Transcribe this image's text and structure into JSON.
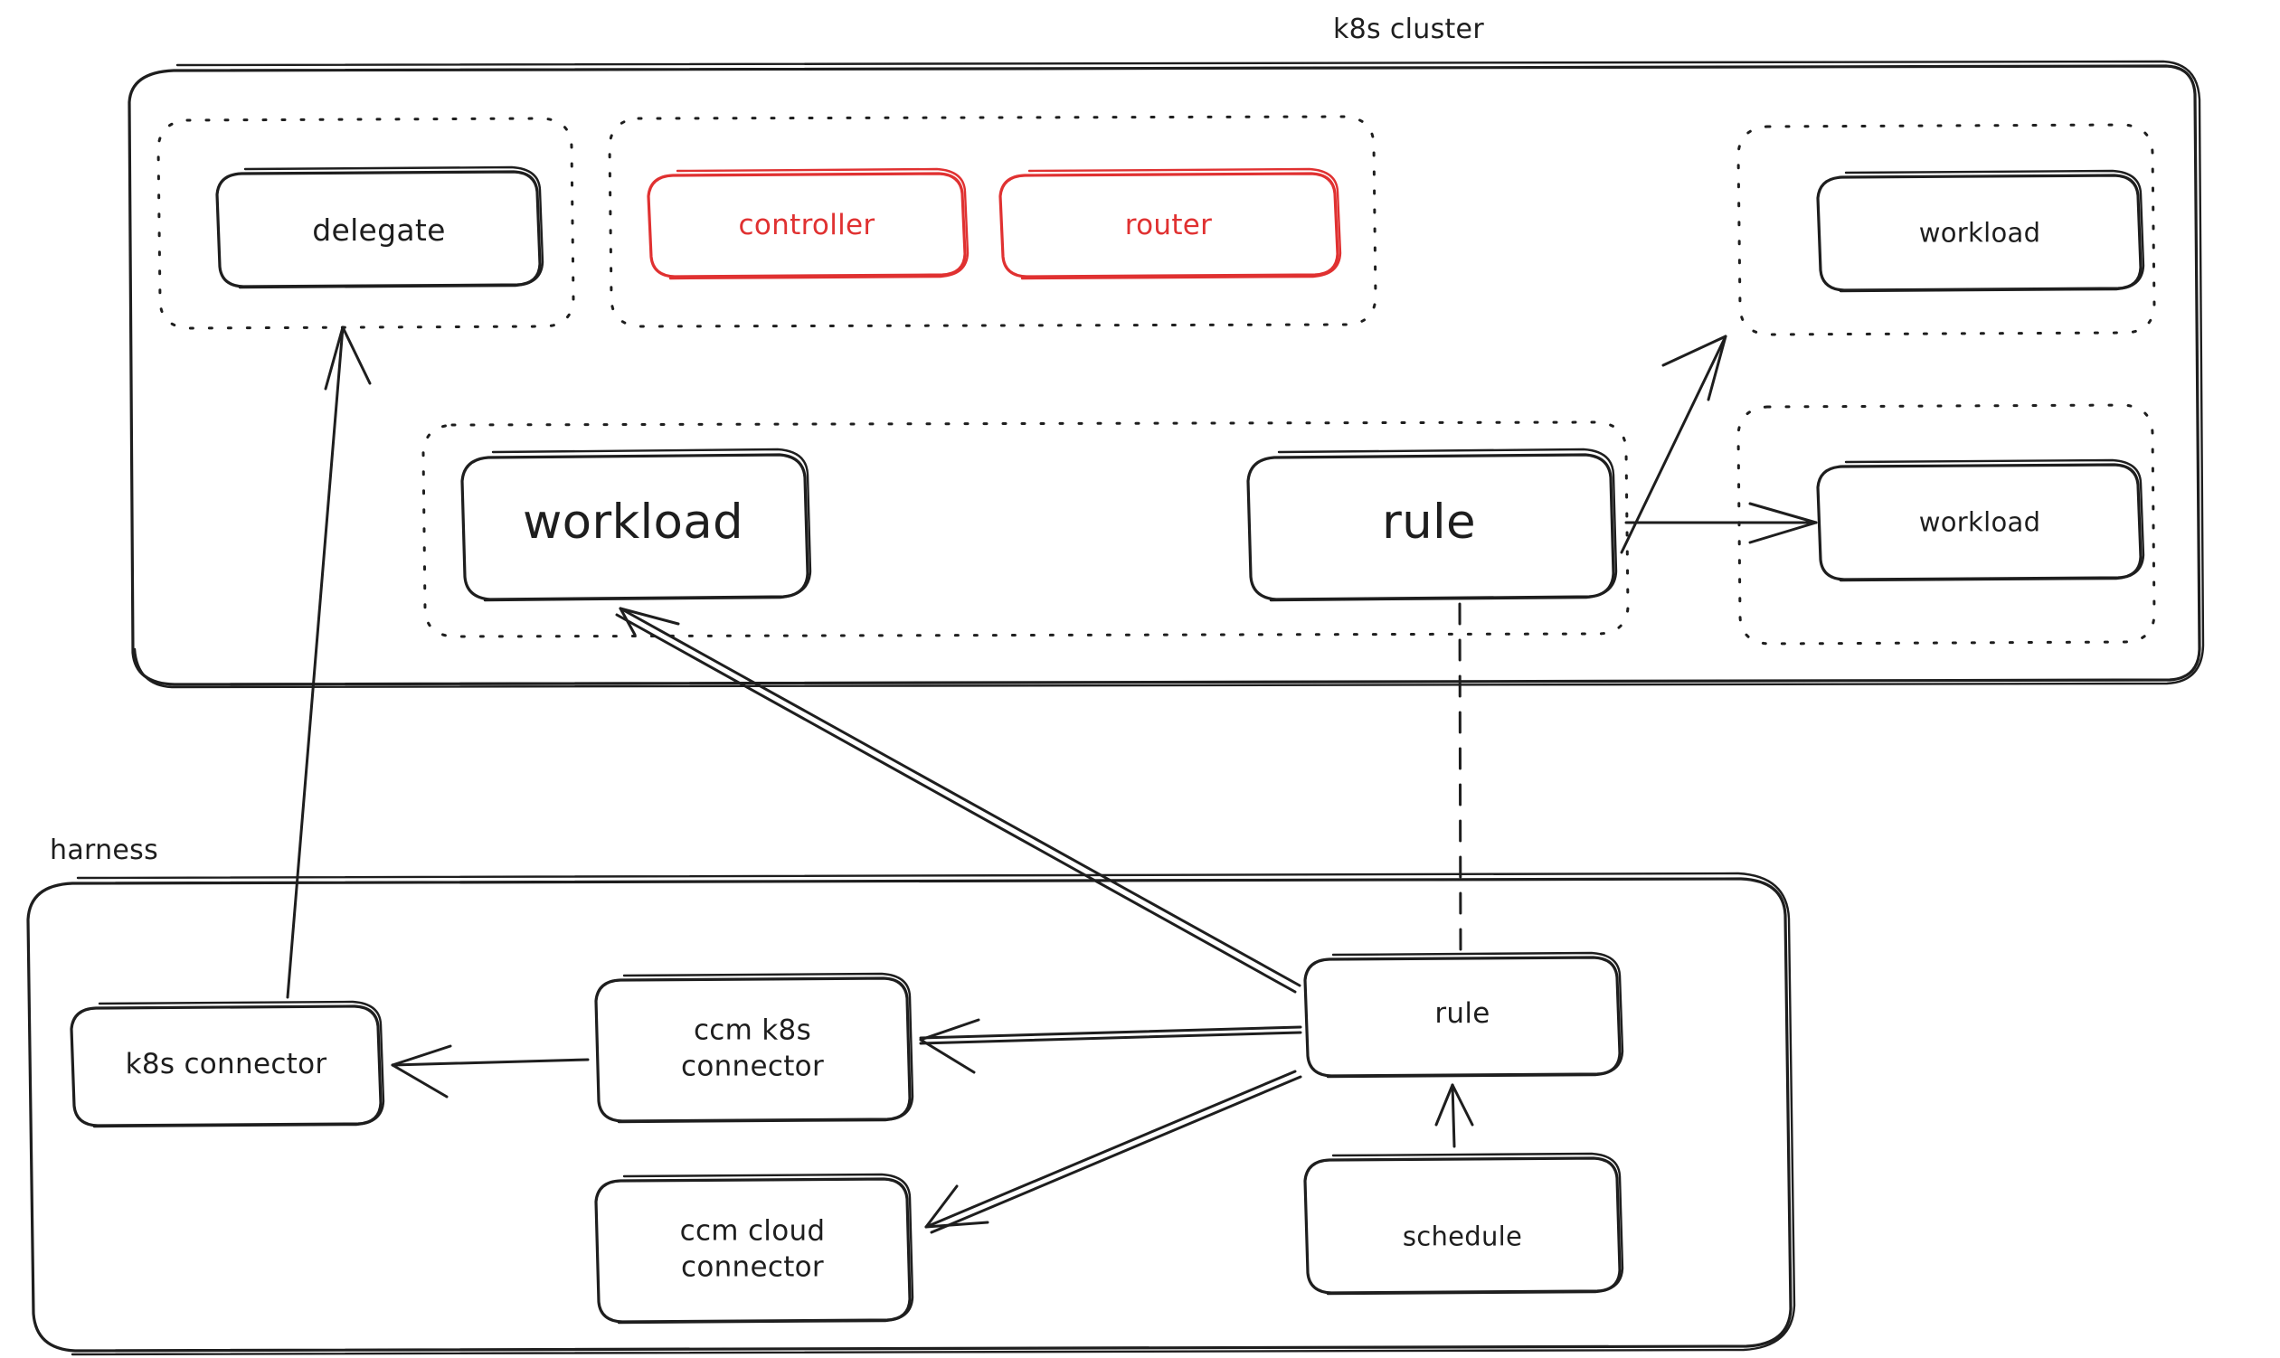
{
  "diagram": {
    "type": "architecture-flow",
    "title_visible": false,
    "colors": {
      "stroke": "#1e1e1e",
      "accent_red": "#e03131",
      "background": "#ffffff"
    },
    "containers": [
      {
        "id": "k8s-cluster",
        "label": "k8s cluster",
        "style": "solid-rounded",
        "label_position": "top-center-outside"
      },
      {
        "id": "harness",
        "label": "harness",
        "style": "solid-rounded",
        "label_position": "top-left-outside"
      }
    ],
    "groups": [
      {
        "id": "delegate-group",
        "style": "dotted"
      },
      {
        "id": "controller-router-group",
        "style": "dotted"
      },
      {
        "id": "workload-group-top-right",
        "style": "dotted"
      },
      {
        "id": "workload-rule-group",
        "style": "dotted"
      },
      {
        "id": "workload-group-bottom-right",
        "style": "dotted"
      }
    ],
    "nodes": [
      {
        "id": "delegate",
        "label": "delegate",
        "color": "black",
        "size": "medium",
        "container": "k8s-cluster"
      },
      {
        "id": "controller",
        "label": "controller",
        "color": "red",
        "size": "medium",
        "container": "k8s-cluster"
      },
      {
        "id": "router",
        "label": "router",
        "color": "red",
        "size": "medium",
        "container": "k8s-cluster"
      },
      {
        "id": "workload-tr",
        "label": "workload",
        "color": "black",
        "size": "medium",
        "container": "k8s-cluster"
      },
      {
        "id": "workload-center",
        "label": "workload",
        "color": "black",
        "size": "large",
        "container": "k8s-cluster"
      },
      {
        "id": "rule-cluster",
        "label": "rule",
        "color": "black",
        "size": "large",
        "container": "k8s-cluster"
      },
      {
        "id": "workload-br",
        "label": "workload",
        "color": "black",
        "size": "medium",
        "container": "k8s-cluster"
      },
      {
        "id": "k8s-connector",
        "label": "k8s connector",
        "color": "black",
        "size": "medium",
        "container": "harness"
      },
      {
        "id": "ccm-k8s-connector",
        "label": "ccm k8s\nconnector",
        "color": "black",
        "size": "medium",
        "container": "harness"
      },
      {
        "id": "ccm-cloud-connector",
        "label": "ccm cloud\nconnector",
        "color": "black",
        "size": "medium",
        "container": "harness"
      },
      {
        "id": "rule-harness",
        "label": "rule",
        "color": "black",
        "size": "medium",
        "container": "harness"
      },
      {
        "id": "schedule",
        "label": "schedule",
        "color": "black",
        "size": "small",
        "container": "harness"
      }
    ],
    "edges": [
      {
        "from": "k8s-connector",
        "to": "delegate",
        "style": "solid",
        "arrow": "end"
      },
      {
        "from": "rule-cluster",
        "to": "workload-tr",
        "style": "solid",
        "arrow": "end"
      },
      {
        "from": "rule-cluster",
        "to": "workload-br",
        "style": "solid",
        "arrow": "end"
      },
      {
        "from": "rule-cluster",
        "to": "rule-harness",
        "style": "dashed",
        "arrow": "none"
      },
      {
        "from": "rule-harness",
        "to": "workload-center",
        "style": "solid",
        "arrow": "end"
      },
      {
        "from": "rule-harness",
        "to": "ccm-k8s-connector",
        "style": "solid",
        "arrow": "end"
      },
      {
        "from": "rule-harness",
        "to": "ccm-cloud-connector",
        "style": "solid",
        "arrow": "end"
      },
      {
        "from": "ccm-k8s-connector",
        "to": "k8s-connector",
        "style": "solid",
        "arrow": "end"
      },
      {
        "from": "schedule",
        "to": "rule-harness",
        "style": "solid",
        "arrow": "end"
      }
    ]
  }
}
